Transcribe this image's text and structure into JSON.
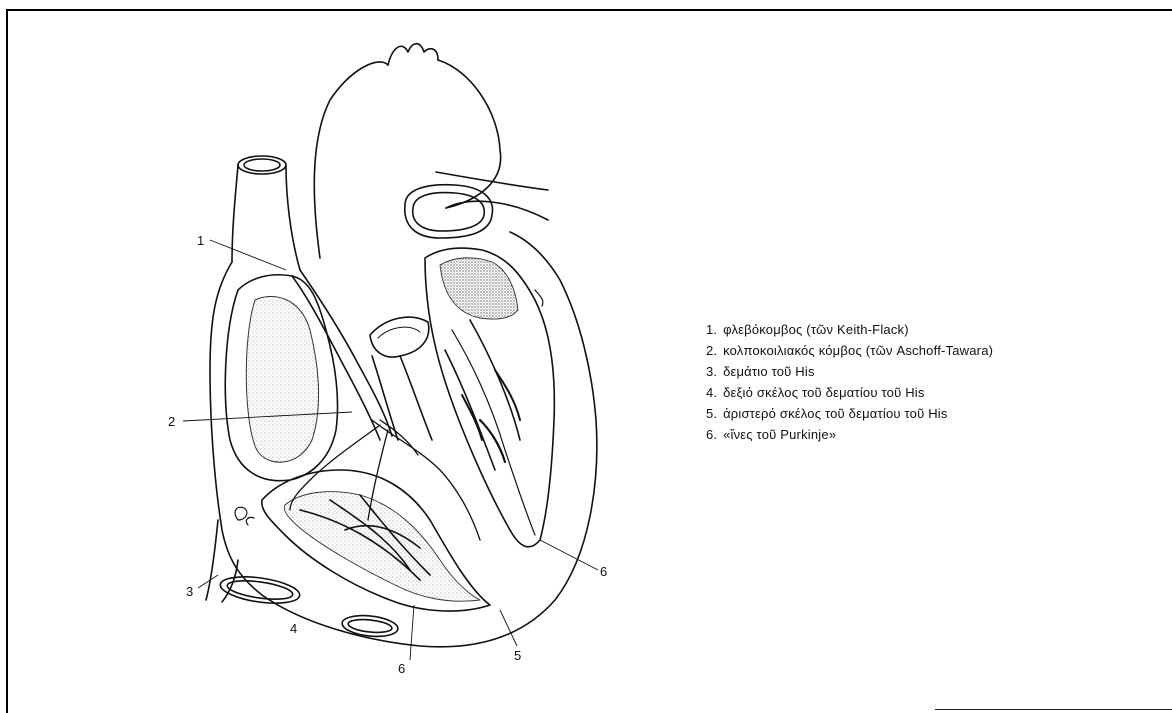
{
  "figure": {
    "callout_labels": [
      "1",
      "2",
      "3",
      "4",
      "5",
      "6",
      "6"
    ]
  },
  "legend": {
    "items": [
      {
        "num": "1.",
        "text": "φλεβόκομβος (τῶν Keith-Flack)"
      },
      {
        "num": "2.",
        "text": "κολποκοιλιακός κόμβος (τῶν Aschoff-Tawara)"
      },
      {
        "num": "3.",
        "text": "δεμάτιο τοῦ His"
      },
      {
        "num": "4.",
        "text": "δεξιό σκέλος τοῦ δεματίου τοῦ His"
      },
      {
        "num": "5.",
        "text": "ἀριστερό σκέλος τοῦ δεματίου τοῦ His"
      },
      {
        "num": "6.",
        "text": "«ἴνες τοῦ Purkinje»"
      }
    ]
  },
  "colors": {
    "ink": "#111111",
    "paper": "#ffffff",
    "stipple": "#9a9a9a"
  }
}
